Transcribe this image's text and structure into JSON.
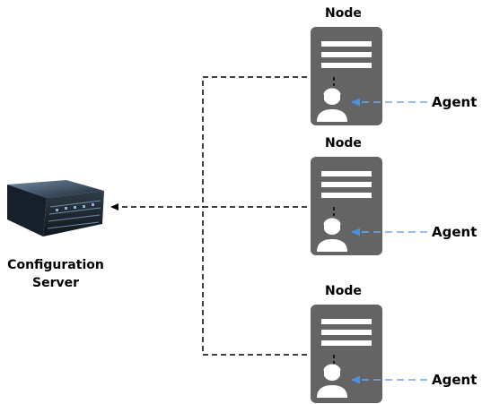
{
  "server": {
    "label_line1": "Configuration",
    "label_line2": "Server",
    "icon": "rack-server-icon"
  },
  "nodes": [
    {
      "title": "Node",
      "agent_label": "Agent"
    },
    {
      "title": "Node",
      "agent_label": "Agent"
    },
    {
      "title": "Node",
      "agent_label": "Agent"
    }
  ],
  "icons": {
    "node": "server-document-icon",
    "agent": "headset-operator-icon"
  },
  "colors": {
    "node_fill": "#646464",
    "node_stripe": "#ffffff",
    "config_line": "#000000",
    "agent_line": "#6ea8e8",
    "server_body": "#1f2a33",
    "server_highlight": "#5c7896"
  }
}
